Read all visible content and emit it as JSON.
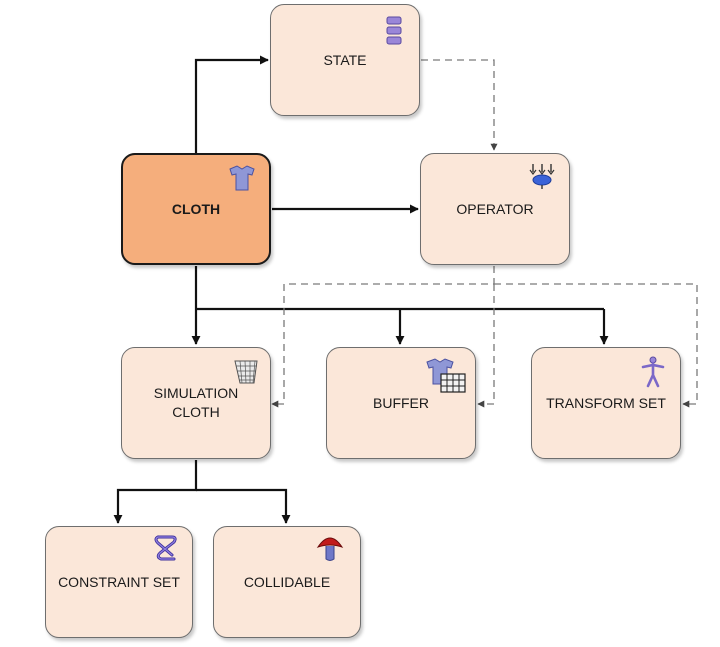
{
  "colors": {
    "node_fill": "#fbe7d9",
    "primary_fill": "#f5ae7c",
    "solid_edge": "#111111",
    "dashed_edge": "#7a7a7a"
  },
  "nodes": {
    "state": {
      "label": "STATE",
      "icon": "stack-icon"
    },
    "cloth": {
      "label": "CLOTH",
      "icon": "shirt-icon"
    },
    "operator": {
      "label": "OPERATOR",
      "icon": "operator-icon"
    },
    "simulation_cloth": {
      "label": "SIMULATION\nCLOTH",
      "icon": "mesh-cloth-icon"
    },
    "buffer": {
      "label": "BUFFER",
      "icon": "buffer-grid-icon"
    },
    "transform_set": {
      "label": "TRANSFORM SET",
      "icon": "figure-icon"
    },
    "constraint_set": {
      "label": "CONSTRAINT SET",
      "icon": "knot-icon"
    },
    "collidable": {
      "label": "COLLIDABLE",
      "icon": "mushroom-icon"
    }
  },
  "edges": [
    {
      "from": "cloth",
      "to": "state",
      "style": "solid"
    },
    {
      "from": "cloth",
      "to": "operator",
      "style": "solid"
    },
    {
      "from": "cloth",
      "to": "simulation_cloth",
      "style": "solid"
    },
    {
      "from": "cloth",
      "to": "buffer",
      "style": "solid"
    },
    {
      "from": "cloth",
      "to": "transform_set",
      "style": "solid"
    },
    {
      "from": "simulation_cloth",
      "to": "constraint_set",
      "style": "solid"
    },
    {
      "from": "simulation_cloth",
      "to": "collidable",
      "style": "solid"
    },
    {
      "from": "state",
      "to": "operator",
      "style": "dashed"
    },
    {
      "from": "operator",
      "to": "simulation_cloth",
      "style": "dashed"
    },
    {
      "from": "operator",
      "to": "buffer",
      "style": "dashed"
    },
    {
      "from": "operator",
      "to": "transform_set",
      "style": "dashed"
    }
  ]
}
